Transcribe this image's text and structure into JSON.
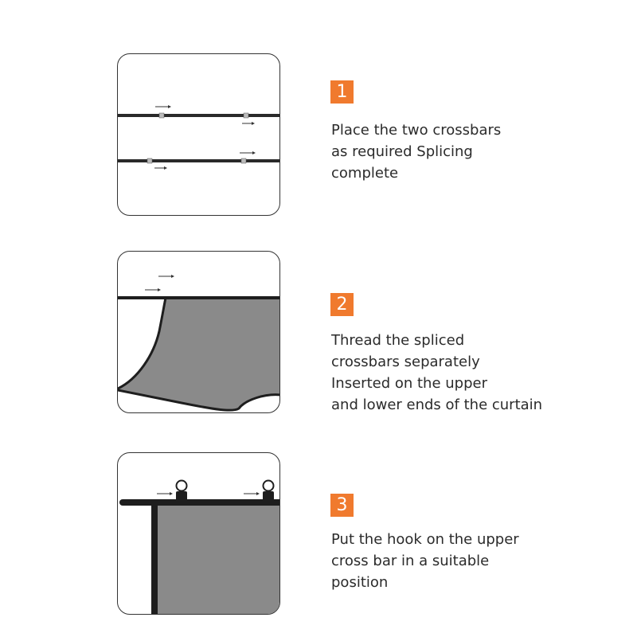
{
  "accent_color": "#f07a2e",
  "steps": [
    {
      "number": "1",
      "lines": [
        "Place the two crossbars",
        "as required Splicing",
        "complete"
      ],
      "illustration": "crossbar-splicing"
    },
    {
      "number": "2",
      "lines": [
        "Thread the spliced",
        "crossbars separately",
        "Inserted on the upper",
        "and lower ends of the curtain"
      ],
      "illustration": "curtain-threading"
    },
    {
      "number": "3",
      "lines": [
        "Put the hook on the upper",
        "cross bar in a suitable",
        "position"
      ],
      "illustration": "hook-placement"
    }
  ]
}
